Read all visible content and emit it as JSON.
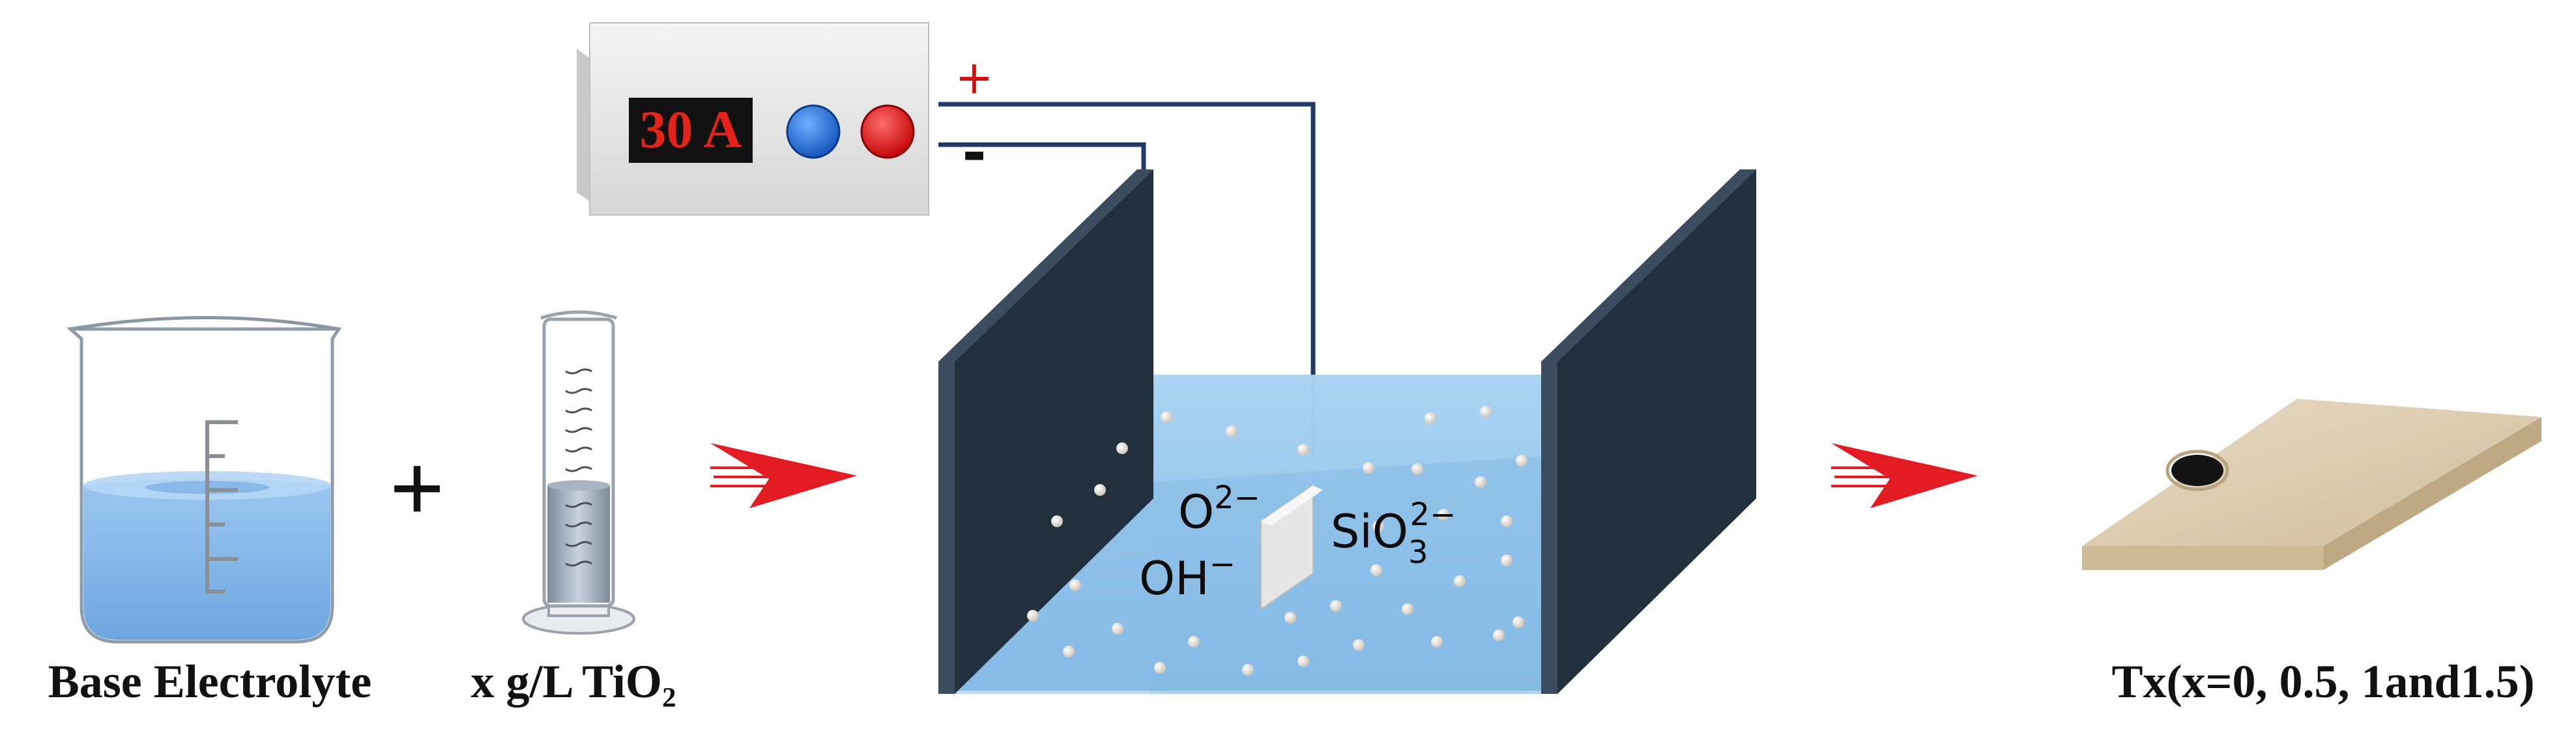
{
  "power_supply": {
    "display": "30 A",
    "positive_symbol": "+",
    "negative_symbol": "-"
  },
  "ions": {
    "oxide": "O",
    "oxide_charge": "2−",
    "hydroxide": "OH",
    "hydroxide_charge": "−",
    "silicate": "SiO",
    "silicate_sub": "3",
    "silicate_charge": "2−"
  },
  "labels": {
    "beaker": "Base Electrolyte",
    "cylinder": "x g/L TiO₂",
    "plus": "+",
    "sample": "Tx(x=0, 0.5, 1and1.5)"
  },
  "colors": {
    "wire": "#1f3a66",
    "electrode": "#22303e",
    "electrolyte": "#8ec3e8",
    "arrow": "#e31b23",
    "sample": "#d9c8a8"
  }
}
